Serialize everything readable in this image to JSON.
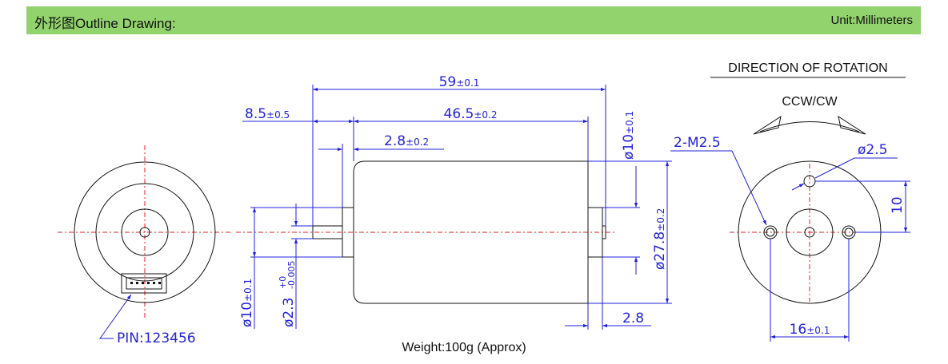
{
  "header": {
    "title": "外形图Outline Drawing:",
    "unit": "Unit:Millimeters",
    "background": "#92d36e"
  },
  "drawing": {
    "rotation_title": "DIRECTION OF ROTATION",
    "rotation_label": "CCW/CW",
    "weight": "Weight:100g (Approx)",
    "pin_label": "PIN:123456",
    "dimensions": {
      "overall_length": "59",
      "overall_length_tol": "±0.1",
      "body_length": "46.5",
      "body_length_tol": "±0.2",
      "shaft_length": "8.5",
      "shaft_length_tol": "±0.5",
      "boss_length": "2.8",
      "boss_length_tol": "±0.2",
      "rear_boss_dia": "ø10",
      "rear_boss_dia_tol": "±0.1",
      "body_dia": "ø27.8",
      "body_dia_tol": "±0.2",
      "front_boss_dia": "ø10",
      "front_boss_dia_tol": "±0.1",
      "shaft_dia": "ø2.3",
      "shaft_dia_tol_upper": "+0",
      "shaft_dia_tol_lower": "-0.005",
      "rear_boss_length": "2.8",
      "screw_holes": "2-M2.5",
      "small_hole_dia": "ø2.5",
      "hole_offset": "10",
      "hole_spacing": "16",
      "hole_spacing_tol": "±0.1"
    },
    "colors": {
      "outline": "#111111",
      "dimension": "#2222dd",
      "centerline": "#e02020"
    }
  }
}
